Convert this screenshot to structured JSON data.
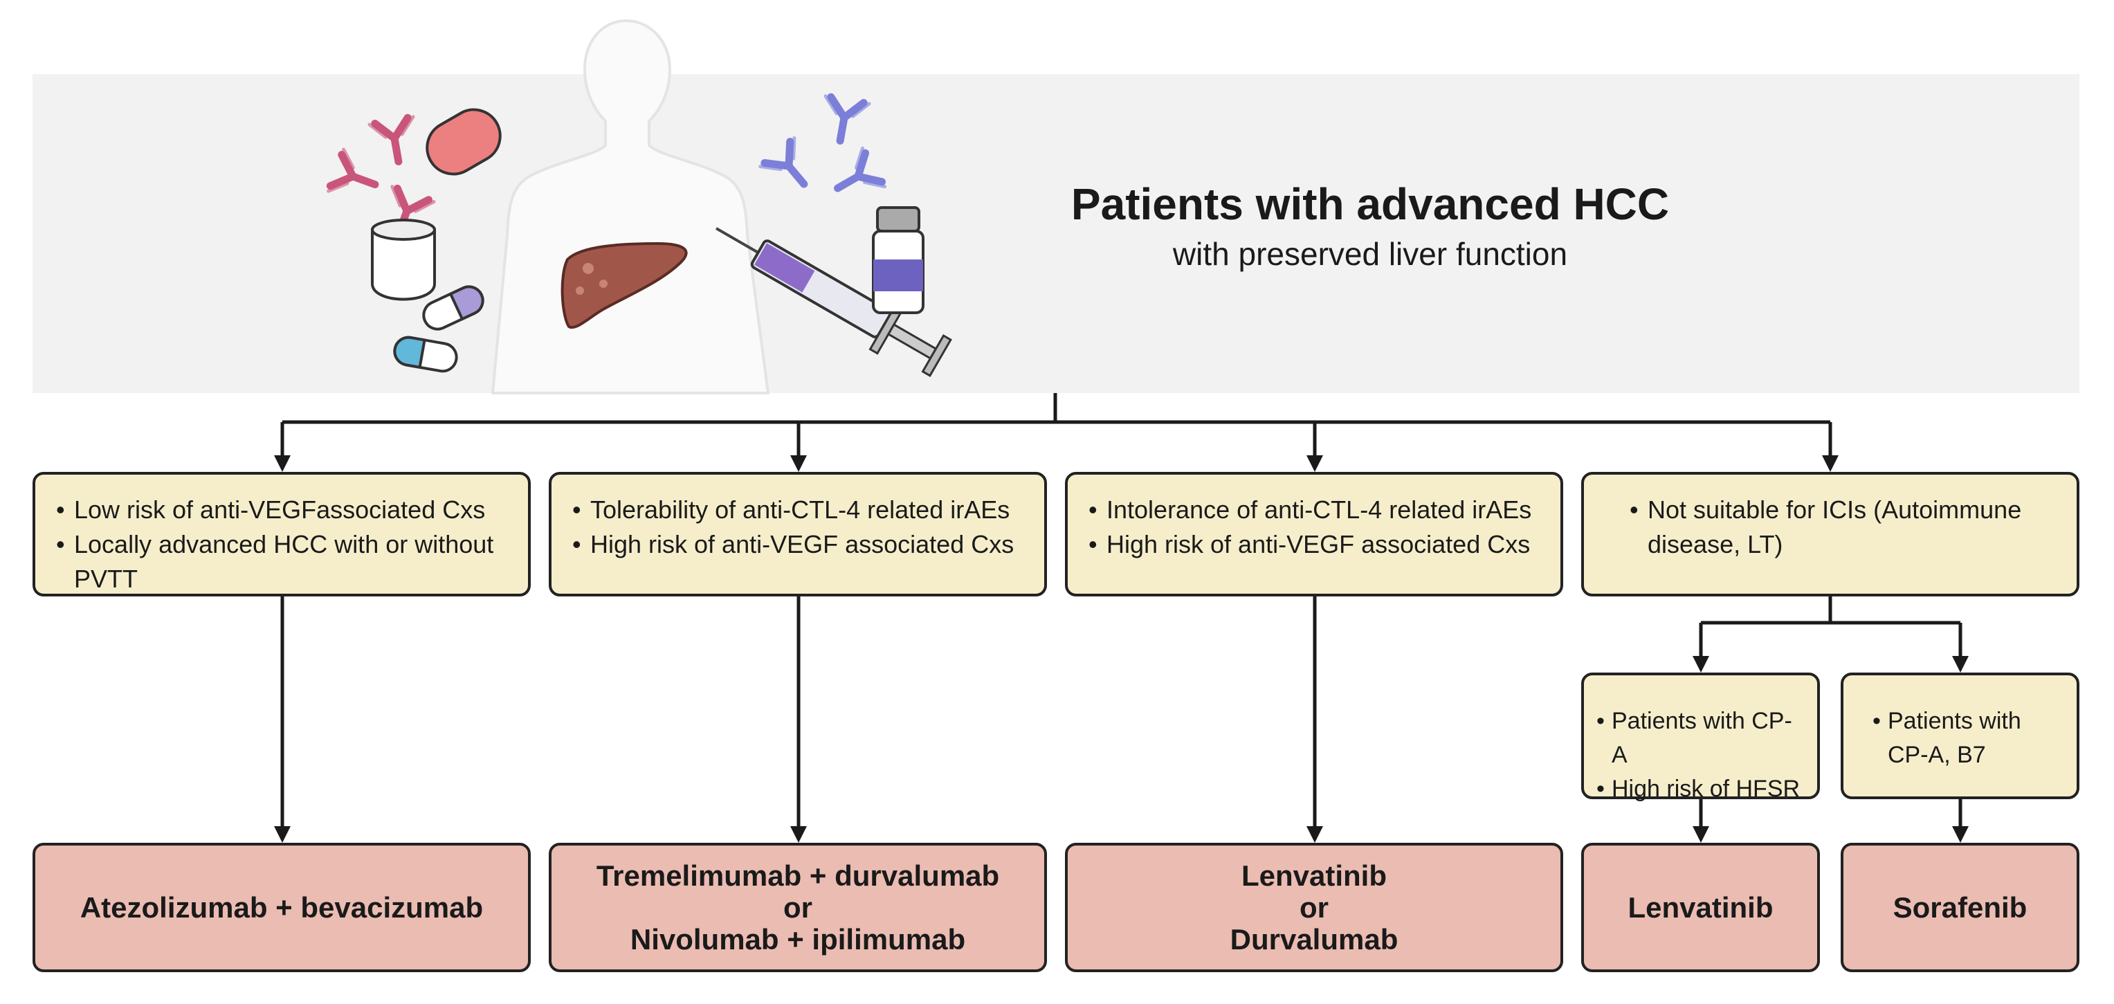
{
  "header": {
    "title": "Patients with advanced HCC",
    "subtitle": "with preserved liver function"
  },
  "criteria": [
    {
      "id": "atezo",
      "items": [
        "Low risk of anti-VEGFassociated Cxs",
        "Locally advanced HCC with or without PVTT"
      ]
    },
    {
      "id": "treme",
      "items": [
        "Tolerability of anti-CTL-4 related irAEs",
        "High risk of anti-VEGF associated Cxs"
      ]
    },
    {
      "id": "lenva-durva",
      "items": [
        "Intolerance of anti-CTL-4 related irAEs",
        "High risk of anti-VEGF associated Cxs"
      ]
    },
    {
      "id": "no-ici",
      "items": [
        "Not suitable for ICIs (Autoimmune disease, LT)"
      ]
    },
    {
      "id": "cpa",
      "items": [
        "Patients with CP-A",
        "High risk of HFSR"
      ]
    },
    {
      "id": "cpb7",
      "items": [
        "Patients with CP-A, B7"
      ]
    }
  ],
  "treatments": [
    {
      "id": "atezo",
      "lines": [
        "Atezolizumab + bevacizumab"
      ]
    },
    {
      "id": "treme",
      "lines": [
        "Tremelimumab + durvalumab",
        "or",
        "Nivolumab + ipilimumab"
      ]
    },
    {
      "id": "lenva-durva",
      "lines": [
        "Lenvatinib",
        "or",
        "Durvalumab"
      ]
    },
    {
      "id": "lenva",
      "lines": [
        "Lenvatinib"
      ]
    },
    {
      "id": "sora",
      "lines": [
        "Sorafenib"
      ]
    }
  ],
  "colors": {
    "banner": "#f2f2f2",
    "criteria_fill": "#f6eecb",
    "treatment_fill": "#ebbcb2",
    "line": "#1a1a1a"
  },
  "icons": [
    "human-silhouette-icon",
    "liver-icon",
    "antibody-icon",
    "capsule-icon",
    "syringe-icon",
    "vial-icon"
  ]
}
